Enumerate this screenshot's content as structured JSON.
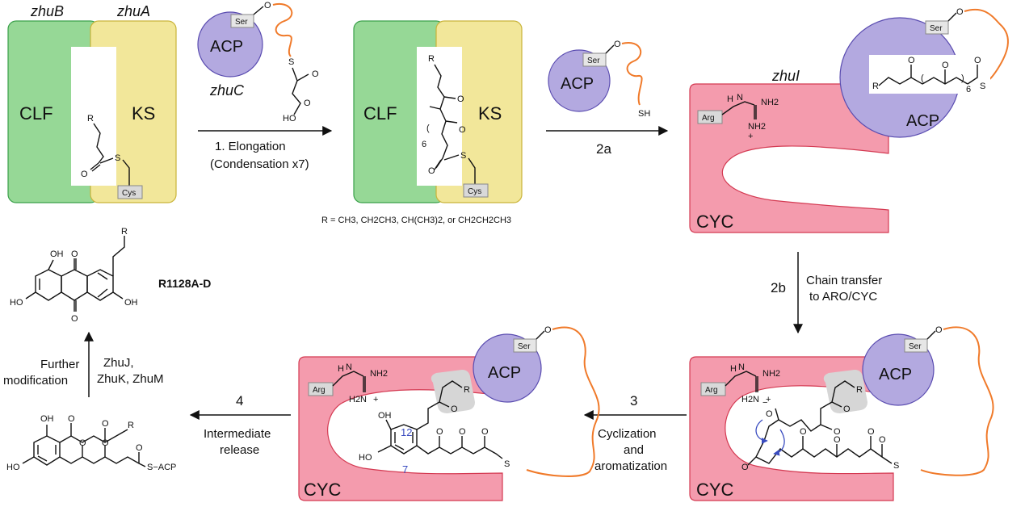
{
  "genes": {
    "zhuB": "zhuB",
    "zhuA": "zhuA",
    "zhuC": "zhuC",
    "zhuI": "zhuI"
  },
  "domains": {
    "clf": "CLF",
    "ks": "KS",
    "acp": "ACP",
    "cyc": "CYC",
    "ser": "Ser",
    "cys": "Cys",
    "arg": "Arg"
  },
  "atoms": {
    "r": "R",
    "s": "S",
    "o": "O",
    "oh": "OH",
    "ho": "HO",
    "sh": "SH",
    "nh2": "NH2",
    "h": "H",
    "n": "N",
    "h2n": "H2N",
    "plus": "+",
    "minus": "−",
    "repeat": "6",
    "paren_l": "(",
    "paren_r": ")",
    "s_acp": "S−ACP"
  },
  "r_groups": "R = CH3, CH2CH3, CH(CH3)2, or CH2CH2CH3",
  "steps": {
    "s1_line1": "1. Elongation",
    "s1_line2": "(Condensation x7)",
    "s2a": "2a",
    "s2b": "2b",
    "s2b_line1": "Chain transfer",
    "s2b_line2": "to ARO/CYC",
    "s3": "3",
    "s3_line1": "Cyclization",
    "s3_line2": "and",
    "s3_line3": "aromatization",
    "s4": "4",
    "s4_line1": "Intermediate",
    "s4_line2": "release",
    "mod_line1": "Further",
    "mod_line2": "modification",
    "mod_enz1": "ZhuJ,",
    "mod_enz2": "ZhuK, ZhuM"
  },
  "product": "R1128A-D",
  "carbon_labels": {
    "c12": "12",
    "c7": "7"
  },
  "colors": {
    "clf": "#96d896",
    "ks": "#f2e79a",
    "acp": "#b3a9e0",
    "cyc": "#f49bad",
    "tether": "#f07a2a",
    "highlight": "#d6d6d6"
  }
}
